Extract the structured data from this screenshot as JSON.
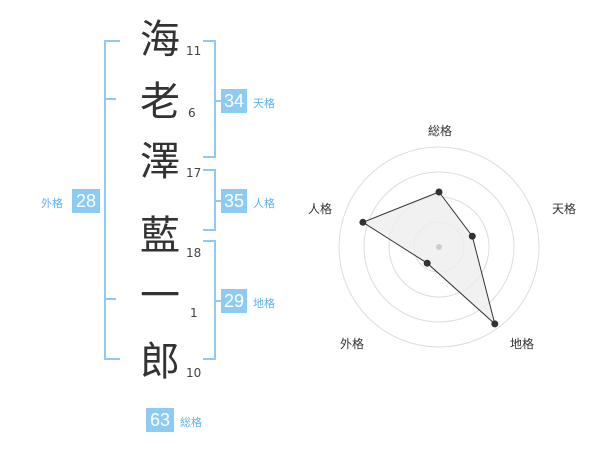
{
  "name": {
    "chars": [
      {
        "char": "海",
        "strokes": "11"
      },
      {
        "char": "老",
        "strokes": "6"
      },
      {
        "char": "澤",
        "strokes": "17"
      },
      {
        "char": "藍",
        "strokes": "18"
      },
      {
        "char": "一",
        "strokes": "1"
      },
      {
        "char": "郎",
        "strokes": "10"
      }
    ]
  },
  "scores": {
    "tenkaku": {
      "value": "34",
      "label": "天格"
    },
    "jinkaku": {
      "value": "35",
      "label": "人格"
    },
    "chikaku": {
      "value": "29",
      "label": "地格"
    },
    "gaikaku": {
      "value": "28",
      "label": "外格"
    },
    "soukaku": {
      "value": "63",
      "label": "総格"
    }
  },
  "chart_data": {
    "type": "radar",
    "axes": [
      "総格",
      "天格",
      "地格",
      "外格",
      "人格"
    ],
    "values": [
      0.55,
      0.35,
      0.95,
      0.2,
      0.8
    ],
    "rings": 4,
    "accent": "#8ecbf2",
    "fill": "#eeeeee",
    "line": "#333333"
  }
}
